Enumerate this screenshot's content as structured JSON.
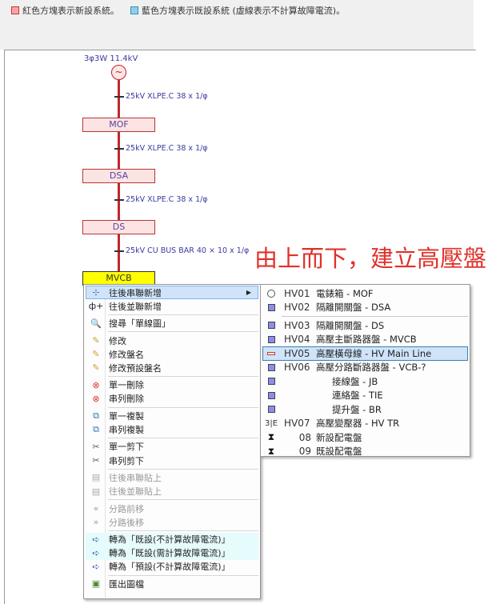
{
  "legend": {
    "new_text": "紅色方塊表示新設系統。",
    "existing_text": "藍色方塊表示既設系統 (虛線表示不計算故障電流)。",
    "new_color": "#f4a6a6",
    "existing_color": "#8fd0ea"
  },
  "diagram": {
    "source": "3φ3W 11.4kV",
    "generator_symbol": "~",
    "cables": [
      "25kV  XLPE.C 38 x 1/φ",
      "25kV  XLPE.C 38 x 1/φ",
      "25kV  XLPE.C 38 x 1/φ",
      "25kV  CU BUS BAR 40 × 10 x 1/φ"
    ],
    "boxes": [
      "MOF",
      "DSA",
      "DS",
      "MVCB"
    ]
  },
  "annotation": "由上而下，建立高壓盤",
  "context_menu": {
    "items": [
      {
        "label": "往後串聯新增",
        "icon": "⊹"
      },
      {
        "label": "往後並聯新增",
        "icon": "ф+"
      },
      {
        "label": "搜尋「單線圖」",
        "icon": "🔍"
      },
      {
        "label": "修改",
        "icon": "✎"
      },
      {
        "label": "修改盤名",
        "icon": "✎"
      },
      {
        "label": "修改預設盤名",
        "icon": "✎"
      },
      {
        "label": "單一刪除",
        "icon": "⊗"
      },
      {
        "label": "串列刪除",
        "icon": "⊗"
      },
      {
        "label": "單一複製",
        "icon": "⧉"
      },
      {
        "label": "串列複製",
        "icon": "⧉"
      },
      {
        "label": "單一剪下",
        "icon": "✂"
      },
      {
        "label": "串列剪下",
        "icon": "✂"
      },
      {
        "label": "往後串聯貼上",
        "icon": "▤"
      },
      {
        "label": "往後並聯貼上",
        "icon": "▤"
      },
      {
        "label": "分路前移",
        "icon": "«"
      },
      {
        "label": "分路後移",
        "icon": "»"
      },
      {
        "label": "轉為「既設(不計算故障電流)」",
        "icon": "➪"
      },
      {
        "label": "轉為「既設(需計算故障電流)」",
        "icon": "➪"
      },
      {
        "label": "轉為「預設(不計算故障電流)」",
        "icon": "➪"
      },
      {
        "label": "匯出圖檔",
        "icon": "▣"
      }
    ]
  },
  "submenu": {
    "items": [
      {
        "code": "HV01",
        "name": "電錶箱 - MOF"
      },
      {
        "code": "HV02",
        "name": "隔離開關盤 - DSA"
      },
      {
        "code": "HV03",
        "name": "隔離開關盤 - DS"
      },
      {
        "code": "HV04",
        "name": "高壓主斷路器盤 - MVCB"
      },
      {
        "code": "HV05",
        "name": "高壓橫母線 - HV Main Line"
      },
      {
        "code": "HV06",
        "name": "高壓分路斷路器盤 - VCB-?"
      },
      {
        "code": "",
        "name": "接線盤 - JB"
      },
      {
        "code": "",
        "name": "連絡盤 - TIE"
      },
      {
        "code": "",
        "name": "提升盤 - BR"
      },
      {
        "code": "HV07",
        "name": "高壓變壓器 - HV TR"
      },
      {
        "code": "08",
        "name": "新設配電盤"
      },
      {
        "code": "09",
        "name": "既設配電盤"
      }
    ]
  }
}
